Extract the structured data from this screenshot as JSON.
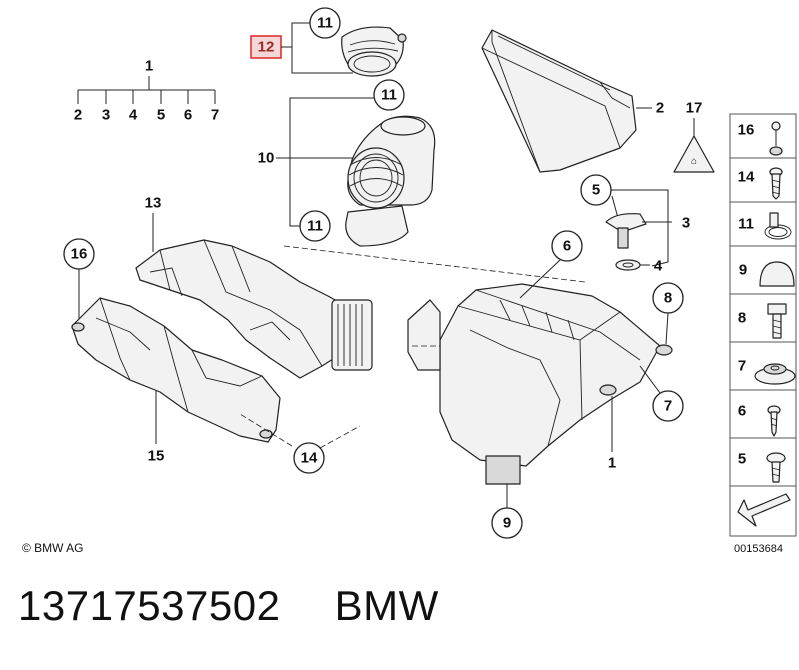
{
  "diagram": {
    "copyright": "© BMW AG",
    "drawing_number": "00153684",
    "part_labels": [
      "1",
      "2",
      "3",
      "4",
      "5",
      "6",
      "7",
      "8",
      "9",
      "10",
      "11",
      "12",
      "13",
      "14",
      "15",
      "16",
      "17"
    ],
    "highlighted_part": "12",
    "side_panel": [
      {
        "num": "16",
        "icon": "clip-screw-icon"
      },
      {
        "num": "14",
        "icon": "screw-icon"
      },
      {
        "num": "11",
        "icon": "hose-clamp-icon"
      },
      {
        "num": "9",
        "icon": "rubber-mount-icon"
      },
      {
        "num": "8",
        "icon": "bolt-icon"
      },
      {
        "num": "7",
        "icon": "grommet-icon"
      },
      {
        "num": "6",
        "icon": "self-tapping-screw-icon"
      },
      {
        "num": "5",
        "icon": "torx-screw-icon"
      }
    ],
    "warning_icon": "cap-warning-icon"
  },
  "footer": {
    "part_number": "13717537502",
    "brand": "BMW"
  }
}
